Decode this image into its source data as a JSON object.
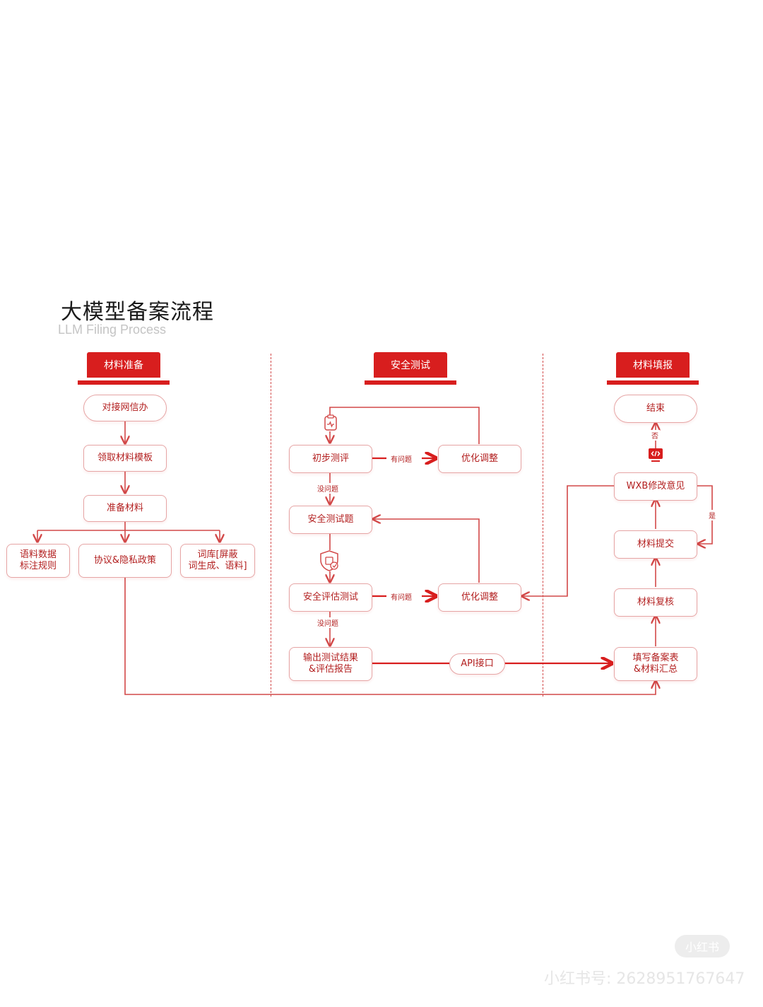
{
  "title": "大模型备案流程",
  "subtitle": "LLM Filing Process",
  "columns": {
    "left": "材料准备",
    "middle": "安全测试",
    "right": "材料填报"
  },
  "nodes": {
    "contact": "对接网信办",
    "template": "领取材料模板",
    "prepare": "准备材料",
    "corpus_rules": "语料数据\n标注规则",
    "agreement": "协议&隐私政策",
    "lexicon": "词库[屏蔽\n词生成、语料]",
    "initial_eval": "初步测评",
    "optimize1": "优化调整",
    "safety_questions": "安全测试题",
    "safety_eval": "安全评估测试",
    "optimize2": "优化调整",
    "output": "输出测试结果\n&评估报告",
    "api": "API接口",
    "end": "结束",
    "wxb": "WXB修改意见",
    "submit": "材料提交",
    "review": "材料复核",
    "fill": "填写备案表\n&材料汇总"
  },
  "edge_labels": {
    "has_issue_1": "有问题",
    "no_issue_1": "没问题",
    "has_issue_2": "有问题",
    "no_issue_2": "没问题",
    "no": "否",
    "yes": "是"
  },
  "watermark": {
    "logo": "小红书",
    "text": "小红书号: 2628951767647"
  },
  "colors": {
    "accent": "#d81e1e",
    "border": "#e6a5a5",
    "text": "#b32020"
  }
}
